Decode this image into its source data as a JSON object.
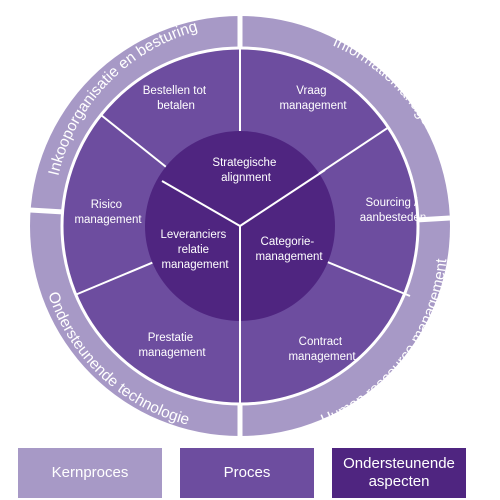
{
  "colors": {
    "outer_ring": "#a799c6",
    "middle_ring": "#6d4d9f",
    "core": "#4f2580",
    "divider": "#ffffff",
    "text": "#ffffff"
  },
  "ring_labels": {
    "top_left": "Inkooporganisatie en besturing",
    "top_right": "Informatiemanagement",
    "bottom_left": "Ondersteunende technologie",
    "bottom_right": "Human rescource management"
  },
  "process_segments": {
    "bestellen": [
      "Bestellen tot",
      "betalen"
    ],
    "vraag": [
      "Vraag",
      "management"
    ],
    "sourcing": [
      "Sourcing /",
      "aanbesteden"
    ],
    "contract": [
      "Contract",
      "management"
    ],
    "prestatie": [
      "Prestatie",
      "management"
    ],
    "risico": [
      "Risico",
      "management"
    ]
  },
  "core_segments": {
    "strategisch": [
      "Strategische",
      "alignment"
    ],
    "leveranciers": [
      "Leveranciers",
      "relatie",
      "management"
    ],
    "categorie": [
      "Categorie-",
      "management"
    ]
  },
  "legend": {
    "kernproces": "Kernproces",
    "proces": "Proces",
    "ondersteunende": "Ondersteunende aspecten"
  }
}
